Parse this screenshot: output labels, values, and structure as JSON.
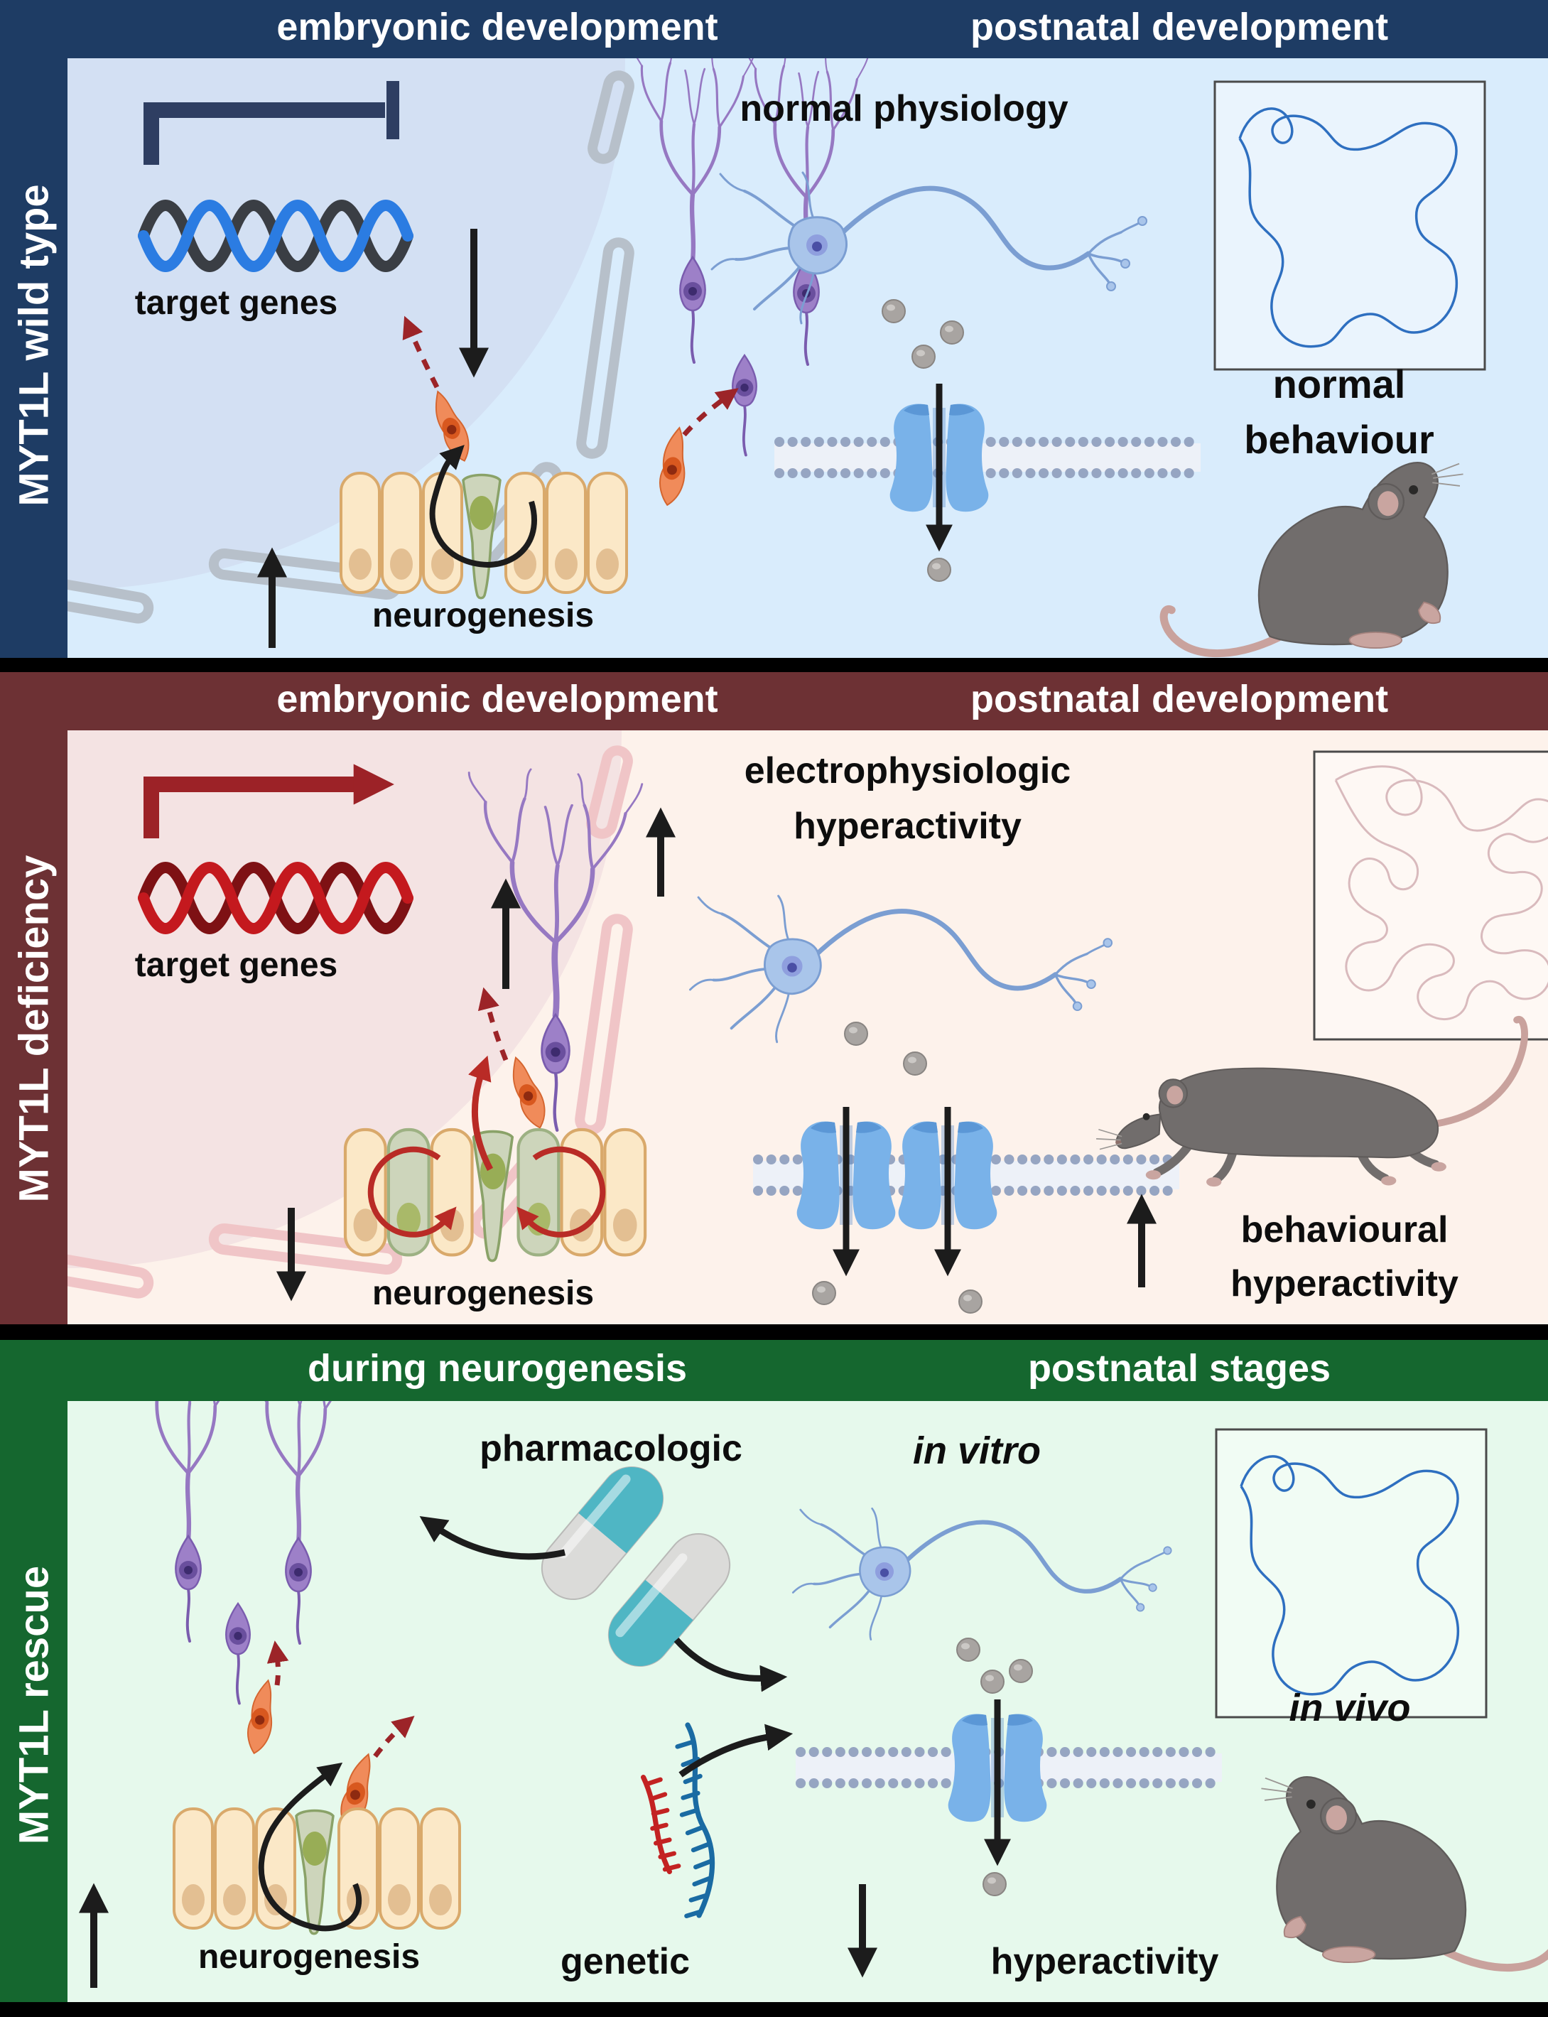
{
  "figure": {
    "type": "three-panel schematic of MYT1L function",
    "panels_count": 3
  },
  "palette": {
    "navy": "#1e3c64",
    "maroon": "#6d3134",
    "green": "#15672f",
    "panel_blue": "#d9ecfc",
    "panel_pink": "#fdf2eb",
    "panel_green": "#e6f9ec",
    "nucleus_blue": "#d3e0f3",
    "nucleus_pink": "#f4e3e3",
    "dna_blue": "#2b7ce2",
    "dna_dark": "#3a3e44",
    "dna_red": "#c4191e",
    "dna_dark_red": "#7e1114",
    "red_arrow": "#9c2428",
    "purple_neuron": "#9d80c8",
    "orange_cell": "#f08b5a",
    "epithelium_tan": "#fbe8c7",
    "radial_glia_green": "#cdd5bb",
    "neuron_blue": "#a9c5ea",
    "channel_blue": "#79b2e9",
    "pill_teal": "#4fb6c4",
    "mouse_gray": "#716d6c",
    "track_blue": "#2e6fc0",
    "track_pink": "#d9babd"
  },
  "panels": [
    {
      "id": "wild-type",
      "sidebar_label": "MYT1L wild type",
      "headers": [
        "embryonic development",
        "postnatal development"
      ],
      "labels": {
        "target_genes": "target genes",
        "neurogenesis": "neurogenesis",
        "physiology": "normal physiology",
        "behaviour_line1": "normal",
        "behaviour_line2": "behaviour"
      }
    },
    {
      "id": "deficiency",
      "sidebar_label": "MYT1L deficiency",
      "headers": [
        "embryonic development",
        "postnatal development"
      ],
      "labels": {
        "target_genes": "target genes",
        "neurogenesis": "neurogenesis",
        "effect_line1": "electrophysiologic",
        "effect_line2": "hyperactivity",
        "behaviour_line1": "behavioural",
        "behaviour_line2": "hyperactivity"
      }
    },
    {
      "id": "rescue",
      "sidebar_label": "MYT1L rescue",
      "headers": [
        "during neurogenesis",
        "postnatal stages"
      ],
      "labels": {
        "pharmacologic": "pharmacologic",
        "genetic": "genetic",
        "in_vitro": "in vitro",
        "in_vivo": "in vivo",
        "neurogenesis": "neurogenesis",
        "hyperactivity": "hyperactivity"
      }
    }
  ]
}
